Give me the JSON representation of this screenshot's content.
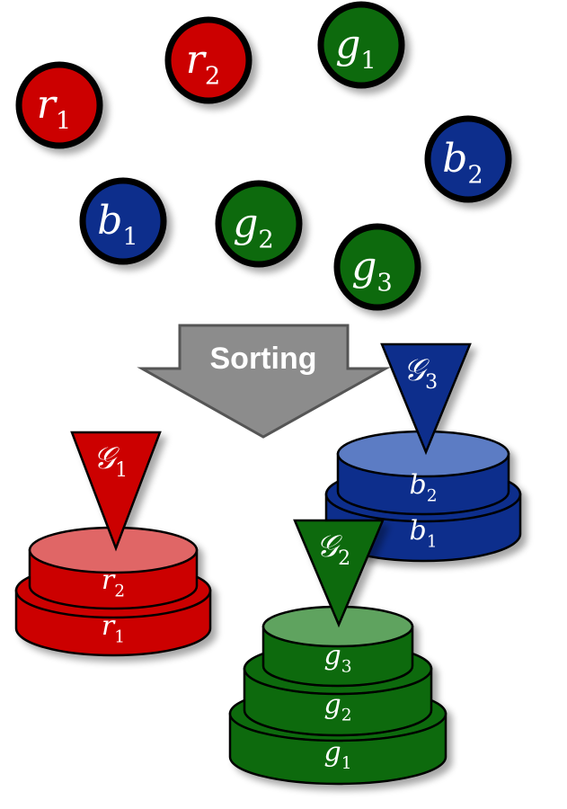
{
  "colors": {
    "red": "#cc0000",
    "red_top": "#e06666",
    "green": "#0a6b0a",
    "green_top": "#5fa35f",
    "blue": "#0a2d8c",
    "blue_top": "#5b7cc4",
    "arrow": "#8c8c8c",
    "outline": "#000000"
  },
  "balls": [
    {
      "id": "r1",
      "letter": "r",
      "index": "1",
      "color": "red"
    },
    {
      "id": "r2",
      "letter": "r",
      "index": "2",
      "color": "red"
    },
    {
      "id": "g1",
      "letter": "g",
      "index": "1",
      "color": "green"
    },
    {
      "id": "b2",
      "letter": "b",
      "index": "2",
      "color": "blue"
    },
    {
      "id": "b1",
      "letter": "b",
      "index": "1",
      "color": "blue"
    },
    {
      "id": "g2",
      "letter": "g",
      "index": "2",
      "color": "green"
    },
    {
      "id": "g3",
      "letter": "g",
      "index": "3",
      "color": "green"
    }
  ],
  "arrow": {
    "label": "Sorting",
    "icon": "down-arrow-icon"
  },
  "stacks": [
    {
      "id": "red-stack",
      "group": "𝒢",
      "group_index": "1",
      "color": "red",
      "disks": [
        {
          "letter": "r",
          "index": "2"
        },
        {
          "letter": "r",
          "index": "1"
        }
      ]
    },
    {
      "id": "blue-stack",
      "group": "𝒢",
      "group_index": "3",
      "color": "blue",
      "disks": [
        {
          "letter": "b",
          "index": "2"
        },
        {
          "letter": "b",
          "index": "1"
        }
      ]
    },
    {
      "id": "green-stack",
      "group": "𝒢",
      "group_index": "2",
      "color": "green",
      "disks": [
        {
          "letter": "g",
          "index": "3"
        },
        {
          "letter": "g",
          "index": "2"
        },
        {
          "letter": "g",
          "index": "1"
        }
      ]
    }
  ]
}
